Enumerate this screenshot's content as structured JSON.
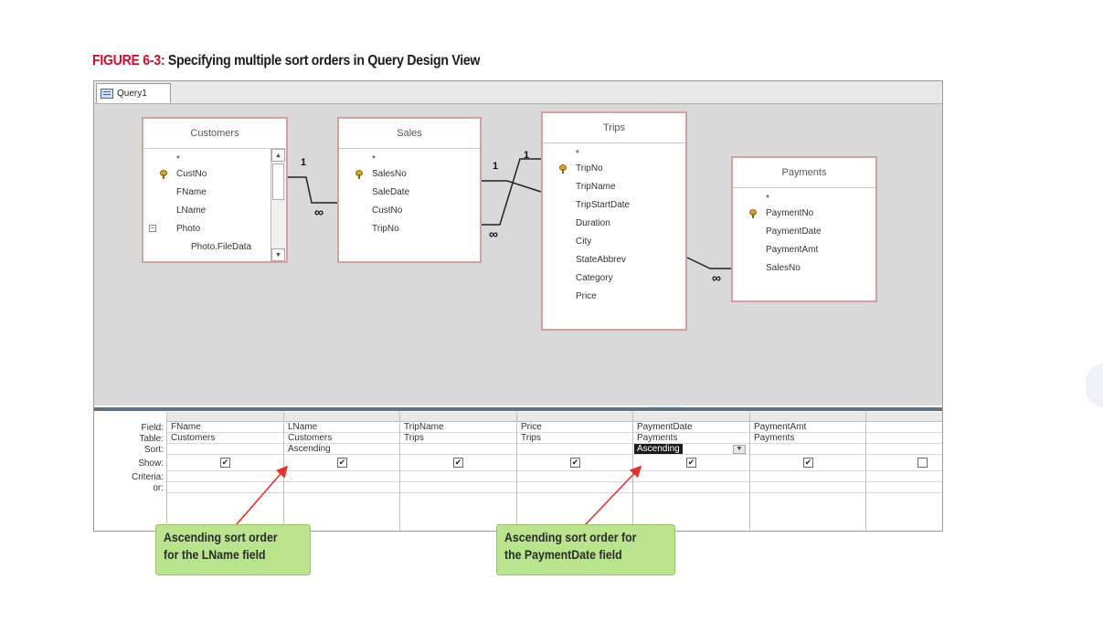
{
  "caption": {
    "figure": "FIGURE 6-3:",
    "text": " Specifying multiple sort orders in Query Design View"
  },
  "window": {
    "tab_label": "Query1"
  },
  "tables": {
    "customers": {
      "title": "Customers",
      "fields": [
        "*",
        "CustNo",
        "FName",
        "LName",
        "Photo",
        "Photo.FileData"
      ]
    },
    "sales": {
      "title": "Sales",
      "fields": [
        "*",
        "SalesNo",
        "SaleDate",
        "CustNo",
        "TripNo"
      ]
    },
    "trips": {
      "title": "Trips",
      "fields": [
        "*",
        "TripNo",
        "TripName",
        "TripStartDate",
        "Duration",
        "City",
        "StateAbbrev",
        "Category",
        "Price"
      ]
    },
    "payments": {
      "title": "Payments",
      "fields": [
        "*",
        "PaymentNo",
        "PaymentDate",
        "PaymentAmt",
        "SalesNo"
      ]
    }
  },
  "relationships": {
    "one": "1",
    "many": "∞"
  },
  "grid": {
    "row_labels": [
      "Field:",
      "Table:",
      "Sort:",
      "Show:",
      "Criteria:",
      "or:"
    ],
    "columns": [
      {
        "field": "FName",
        "table": "Customers",
        "sort": "",
        "show": true
      },
      {
        "field": "LName",
        "table": "Customers",
        "sort": "Ascending",
        "show": true
      },
      {
        "field": "TripName",
        "table": "Trips",
        "sort": "",
        "show": true
      },
      {
        "field": "Price",
        "table": "Trips",
        "sort": "",
        "show": true
      },
      {
        "field": "PaymentDate",
        "table": "Payments",
        "sort": "Ascending",
        "show": true
      },
      {
        "field": "PaymentAmt",
        "table": "Payments",
        "sort": "",
        "show": true
      },
      {
        "field": "",
        "table": "",
        "sort": "",
        "show": false
      }
    ]
  },
  "callouts": {
    "lname": {
      "line1": "Ascending sort order",
      "line2": "for the LName field"
    },
    "paymentdate": {
      "line1": "Ascending sort order for",
      "line2": "the PaymentDate field"
    }
  },
  "colors": {
    "figure_red": "#c8102e",
    "callout_green": "#b9e38c",
    "arrow_red": "#e8302a",
    "table_border": "#d5a0a0"
  }
}
